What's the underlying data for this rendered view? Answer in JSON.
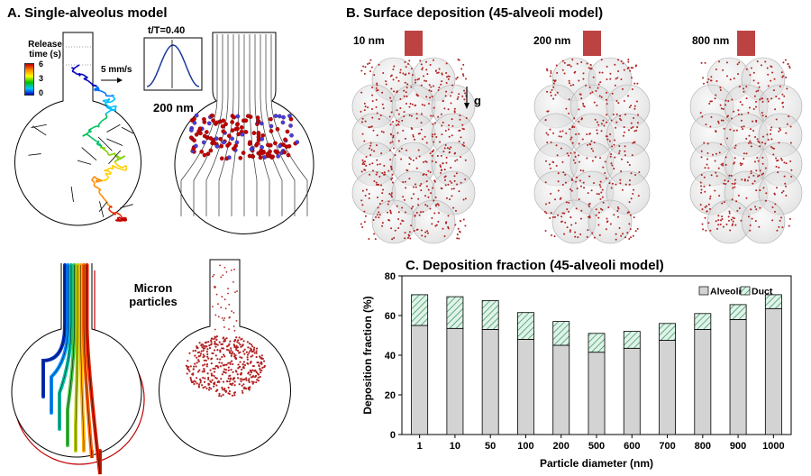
{
  "panels": {
    "a_title": "A. Single-alveolus model",
    "b_title": "B. Surface deposition (45-alveoli model)",
    "c_title": "C. Deposition fraction (45-alveoli model)"
  },
  "panel_a": {
    "colorbar_title_1": "Release",
    "colorbar_title_2": "time (s)",
    "colorbar_ticks": [
      "6",
      "3",
      "0"
    ],
    "velocity_scale": "5 mm/s",
    "time_label": "t/T=0.40",
    "size_label": "200 nm",
    "micron_label_1": "Micron",
    "micron_label_2": "particles"
  },
  "panel_b": {
    "sizes": [
      "10 nm",
      "200 nm",
      "800 nm"
    ],
    "gravity_label": "g"
  },
  "colors": {
    "alveoli_fill": "#d3d3d3",
    "duct_hatch": "#2e8b57",
    "particle": "#b22222"
  },
  "chart_data": {
    "type": "bar",
    "title": "C. Deposition fraction (45-alveoli model)",
    "xlabel": "Particle diameter (nm)",
    "ylabel": "Deposition fraction (%)",
    "ylim": [
      0,
      80
    ],
    "yticks": [
      0,
      20,
      40,
      60,
      80
    ],
    "stacked": true,
    "legend_position": "top-right",
    "categories": [
      "1",
      "10",
      "50",
      "100",
      "200",
      "500",
      "600",
      "700",
      "800",
      "900",
      "1000"
    ],
    "series": [
      {
        "name": "Alveoli",
        "values": [
          55,
          53.5,
          53,
          48,
          45,
          41.5,
          43.5,
          47.5,
          53,
          58,
          63.5
        ]
      },
      {
        "name": "Duct",
        "values": [
          15.5,
          16,
          14.5,
          13.5,
          12,
          9.5,
          8.5,
          8.5,
          8,
          7.5,
          7
        ]
      }
    ]
  }
}
